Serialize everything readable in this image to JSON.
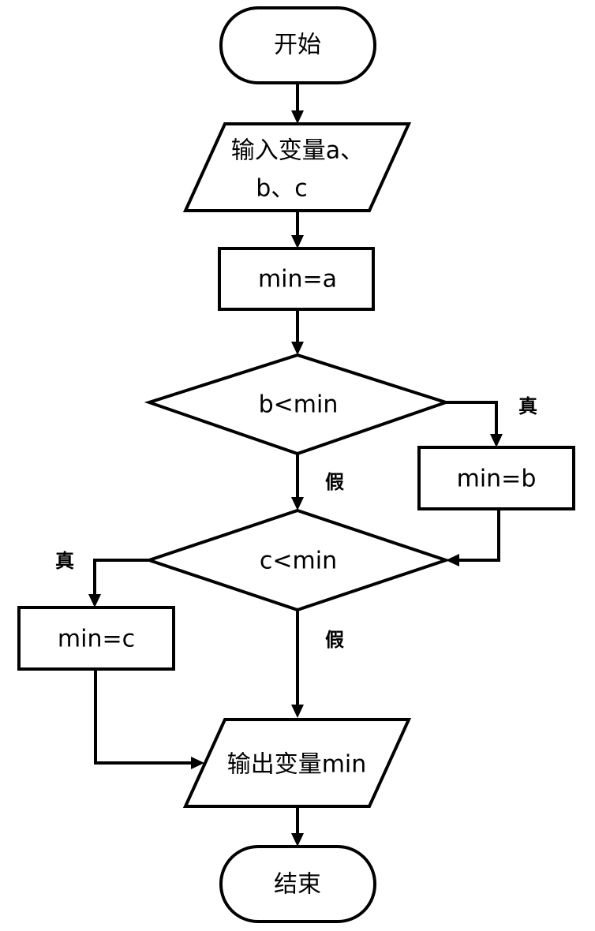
{
  "nodes": {
    "start": "开始",
    "input_line1": "输入变量a、",
    "input_line2": "b、c",
    "assign_a": "min=a",
    "cond_b": "b<min",
    "assign_b": "min=b",
    "cond_c": "c<min",
    "assign_c": "min=c",
    "output": "输出变量min",
    "end": "结束"
  },
  "branches": {
    "cond_b_true": "真",
    "cond_b_false": "假",
    "cond_c_true": "真",
    "cond_c_false": "假"
  }
}
